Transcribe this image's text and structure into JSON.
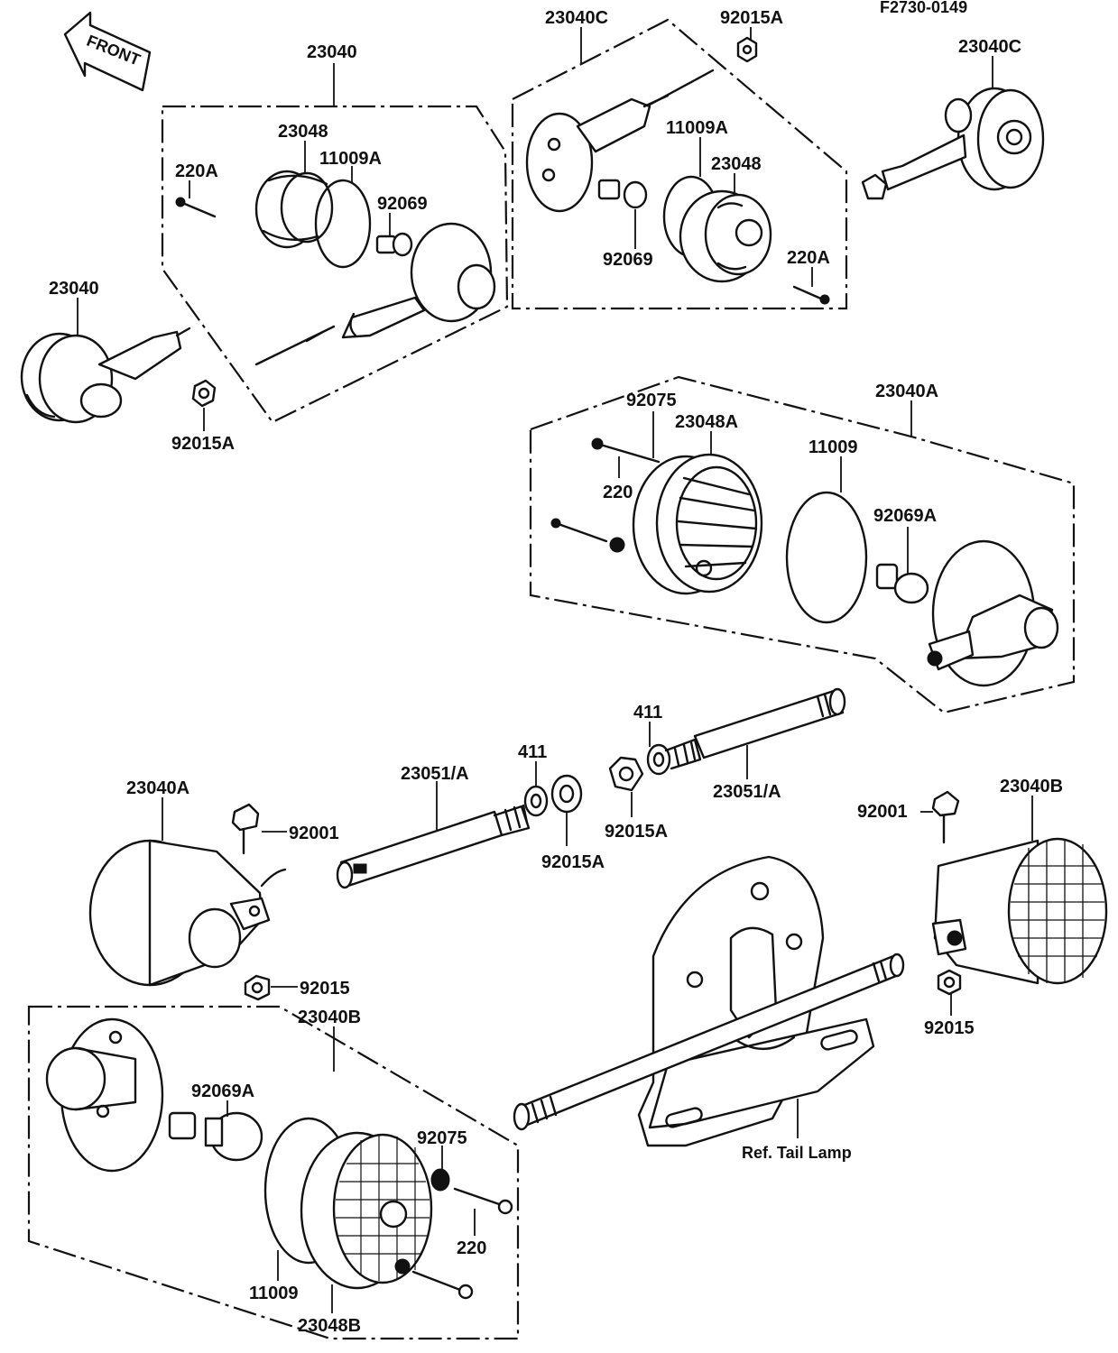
{
  "figure_code": "F2730-0149",
  "front_label": "FRONT",
  "ref_label": "Ref. Tail Lamp",
  "part_labels": {
    "a23040_top": "23040",
    "a23048": "23048",
    "a11009A": "11009A",
    "a220A": "220A",
    "a92069": "92069",
    "a23040_left": "23040",
    "a92015A_left": "92015A",
    "b23040C": "23040C",
    "b92015A": "92015A",
    "b11009A": "11009A",
    "b23048": "23048",
    "b92069": "92069",
    "b220A": "220A",
    "c23040C": "23040C",
    "d23040A": "23040A",
    "d92075": "92075",
    "d23048A": "23048A",
    "d220": "220",
    "d11009": "11009",
    "d92069A": "92069A",
    "e411_top": "411",
    "e411": "411",
    "e23051_left": "23051/A",
    "e23051_right": "23051/A",
    "e92015A_mid": "92015A",
    "e92015A_low": "92015A",
    "f23040A": "23040A",
    "f92001": "92001",
    "f92015": "92015",
    "g23040B_right": "23040B",
    "g92001": "92001",
    "g92015": "92015",
    "h23040B": "23040B",
    "h92069A": "92069A",
    "h92075": "92075",
    "h220": "220",
    "h11009": "11009",
    "h23048B": "23048B"
  }
}
